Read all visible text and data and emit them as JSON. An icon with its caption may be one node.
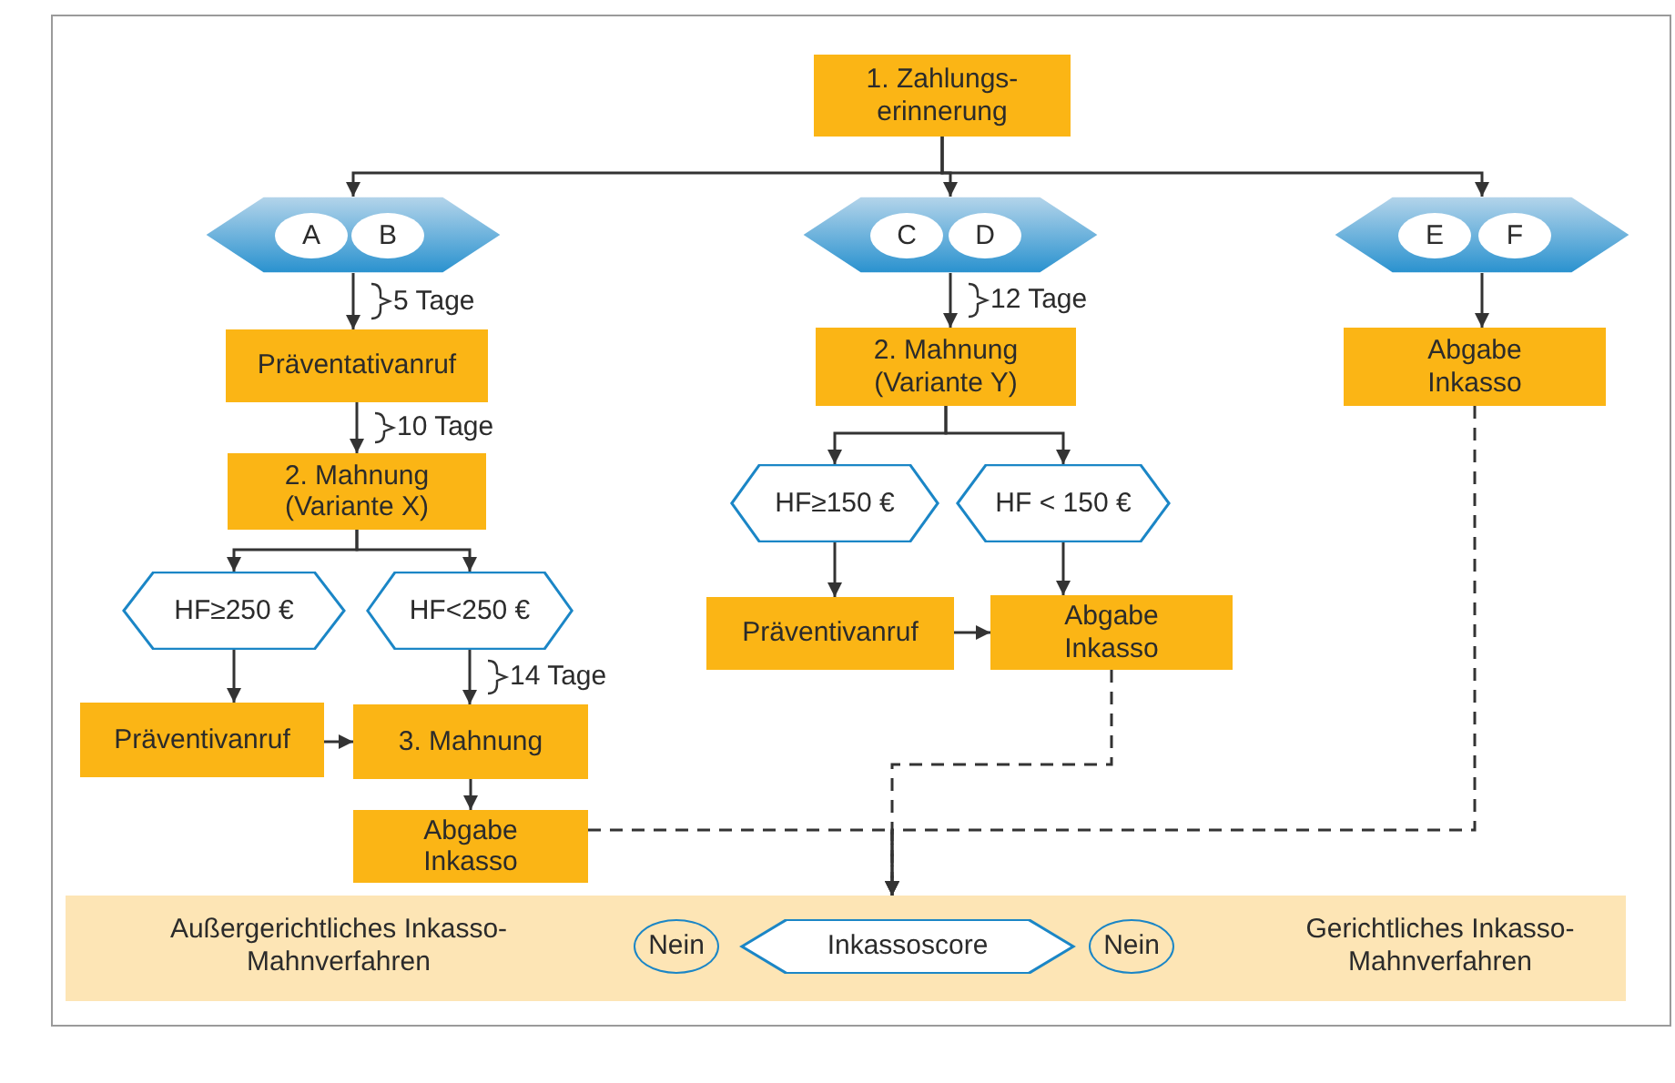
{
  "diagram": {
    "nodes": [
      {
        "text": [
          "1. Zahlungs- erinnerung"
        ]
      },
      {
        "text": [],
        "shape": "hexagon"
      },
      {
        "text": [
          "A"
        ],
        "in": 1
      },
      {
        "text": [
          "B"
        ],
        "in": 1
      },
      {
        "text": [],
        "shape": "hexagon"
      },
      {
        "text": [
          "C"
        ],
        "in": 4
      },
      {
        "text": [
          "D"
        ],
        "in": 4
      },
      {
        "text": [],
        "shape": "hexagon"
      },
      {
        "text": [
          "E"
        ],
        "in": 7
      },
      {
        "text": [
          "F"
        ],
        "in": 7
      },
      {
        "text": [
          "Präventativanruf"
        ]
      },
      {
        "text": [
          "2. Mahnung (Variante Y)"
        ]
      },
      {
        "text": [
          "Abgabe Inkasso"
        ]
      },
      {
        "text": [
          "2. Mahnung (Variante X)"
        ]
      },
      {
        "text": [
          "HF≥150 €"
        ]
      },
      {
        "text": [
          "HF < 150 €"
        ]
      },
      {
        "text": [
          "HF≥250 €"
        ]
      },
      {
        "text": [
          "HF<250 €"
        ]
      },
      {
        "text": [
          "Präventivanruf"
        ]
      },
      {
        "text": [
          "Abgabe Inkasso"
        ]
      },
      {
        "text": [
          "Präventivanruf"
        ]
      },
      {
        "text": [
          "3. Mahnung"
        ]
      },
      {
        "text": [
          "Abgabe Inkasso"
        ]
      },
      {
        "text": [
          "Außergerichtliches Inkasso- Mahnverfahren",
          "Gerichtliches Inkasso- Mahnverfahren"
        ]
      },
      {
        "text": [
          "Nein"
        ],
        "in": 23
      },
      {
        "text": [
          "Inkassoscore"
        ],
        "in": 23
      },
      {
        "text": [
          "Nein"
        ],
        "in": 23
      }
    ],
    "edges": [
      {
        "from": 0,
        "to": 1,
        "arrow": "to"
      },
      {
        "from": 0,
        "to": 4,
        "arrow": "to"
      },
      {
        "from": 0,
        "to": 7,
        "arrow": "to"
      },
      {
        "from": 1,
        "to": 10,
        "arrow": "to",
        "label": "5 Tage"
      },
      {
        "from": 10,
        "to": 13,
        "arrow": "to",
        "label": "10 Tage"
      },
      {
        "from": 13,
        "to": 16,
        "arrow": "to"
      },
      {
        "from": 13,
        "to": 17,
        "arrow": "to"
      },
      {
        "from": 16,
        "to": 20,
        "arrow": "to"
      },
      {
        "from": 17,
        "to": 21,
        "arrow": "to",
        "label": "14 Tage"
      },
      {
        "from": 20,
        "to": 21,
        "arrow": "to"
      },
      {
        "from": 21,
        "to": 22,
        "arrow": "to"
      },
      {
        "from": 4,
        "to": 11,
        "arrow": "to",
        "label": "12 Tage"
      },
      {
        "from": 11,
        "to": 14,
        "arrow": "to"
      },
      {
        "from": 11,
        "to": 15,
        "arrow": "to"
      },
      {
        "from": 14,
        "to": 18,
        "arrow": "to"
      },
      {
        "from": 15,
        "to": 19,
        "arrow": "to"
      },
      {
        "from": 18,
        "to": 19,
        "arrow": "to"
      },
      {
        "from": 7,
        "to": 12,
        "arrow": "to"
      },
      {
        "from": 22,
        "to": 23,
        "arrow": "to",
        "style": "dashed"
      },
      {
        "from": 19,
        "to": 23,
        "arrow": "to",
        "style": "dashed"
      },
      {
        "from": 12,
        "to": 23,
        "arrow": "to",
        "style": "dashed"
      }
    ]
  }
}
